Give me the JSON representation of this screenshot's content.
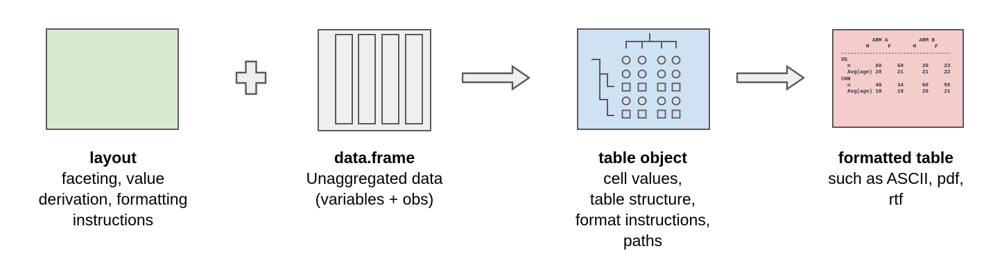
{
  "colors": {
    "canvas-bg": "#ffffff",
    "shape-border": "#595959",
    "layout-fill": "#d9ead3",
    "dataframe-fill": "#efefef",
    "tableobj-fill": "#cfe2f3",
    "formatted-fill": "#f4cccc",
    "connector-fill": "#efefef"
  },
  "stages": [
    {
      "id": "layout",
      "title": "layout",
      "description": "faceting, value\nderivation, formatting\ninstructions"
    },
    {
      "id": "dataframe",
      "title": "data.frame",
      "description": "Unaggregated data\n(variables + obs)"
    },
    {
      "id": "table-object",
      "title": "table object",
      "description": "cell values,\ntable structure,\nformat instructions,\npaths"
    },
    {
      "id": "formatted-table",
      "title": "formatted table",
      "description": "such as ASCII, pdf,\nrtf",
      "ascii_table": "          ARM A          ARM B\n        M      F       M      F\n-----------------------------------\nUS\n  n        80     60      20     23\n  Avg(age) 20     21      21     22\nCHN\n  n        40     34      60     55\n  Avg(age) 18     19      20     21"
    }
  ],
  "connectors": [
    {
      "type": "plus"
    },
    {
      "type": "arrow-right"
    },
    {
      "type": "arrow-right"
    }
  ]
}
